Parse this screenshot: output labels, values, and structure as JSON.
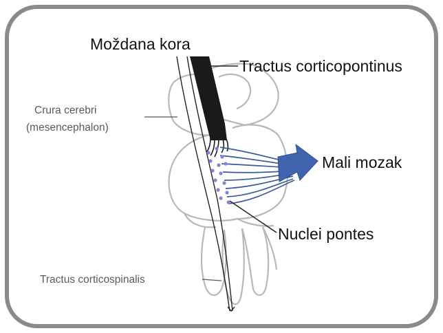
{
  "labels": {
    "cortex": "Moždana kora",
    "corticopontine": "Tractus corticopontinus",
    "crura_line1": "Crura cerebri",
    "crura_line2": "(mesencephalon)",
    "cerebellum": "Mali mozak",
    "pontine_nuclei": "Nuclei pontes",
    "corticospinal": "Tractus corticospinalis"
  },
  "colors": {
    "frame": "#8a8a8a",
    "outline": "#b8b8b8",
    "tract": "#1a1a1a",
    "fibers": "#3d5a9c",
    "arrow": "#3f64ad",
    "nuclei": "#8c7fd6"
  },
  "icons": {
    "arrow": "arrow-right-icon"
  }
}
